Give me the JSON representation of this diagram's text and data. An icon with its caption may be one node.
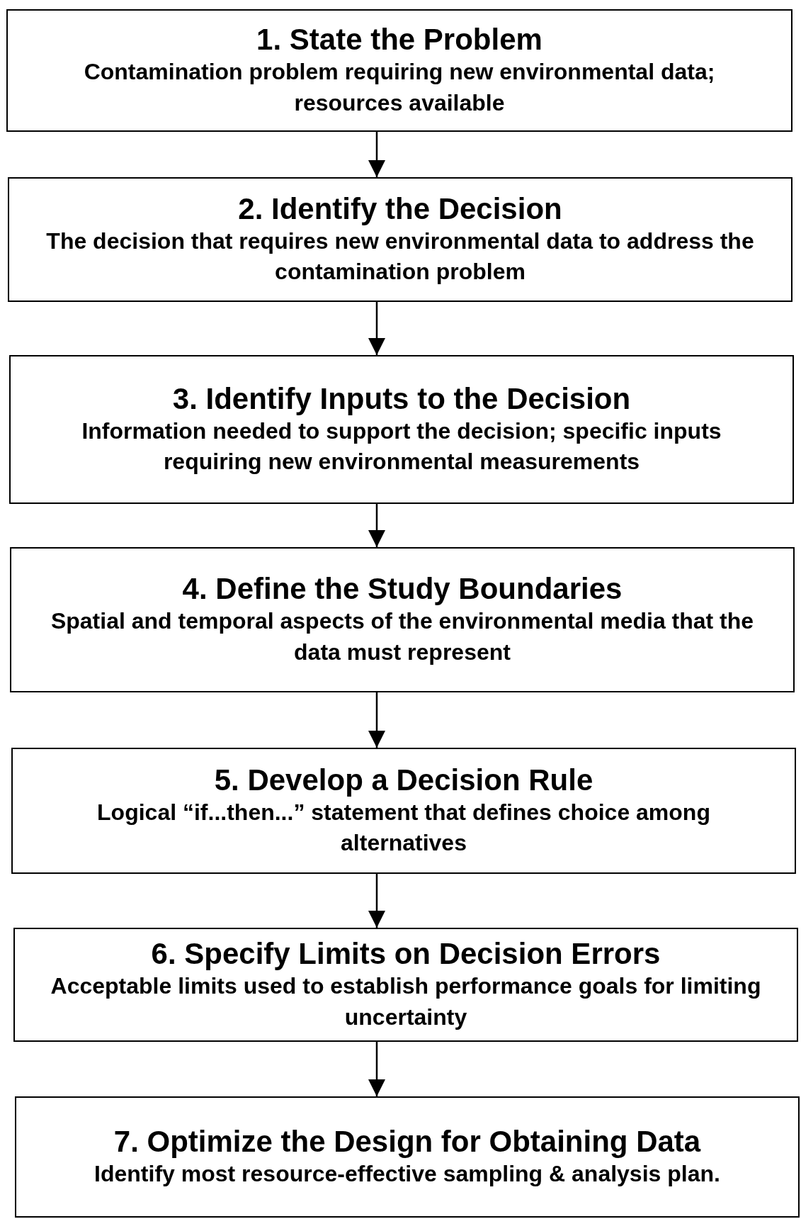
{
  "diagram": {
    "nodes": [
      {
        "text": [
          "1.  State the Problem",
          "Contamination problem requiring new environmental data;  resources available"
        ]
      },
      {
        "text": [
          "2.  Identify the Decision",
          "The decision that requires new environmental data to address the contamination problem"
        ]
      },
      {
        "text": [
          "3.  Identify Inputs to the Decision",
          "Information needed to support the decision; specific inputs requiring new environmental measurements"
        ]
      },
      {
        "text": [
          "4.  Define the Study Boundaries",
          "Spatial and temporal aspects of the environmental media that the data must represent"
        ]
      },
      {
        "text": [
          "5.  Develop a Decision Rule",
          "Logical “if...then...” statement that defines choice among alternatives"
        ]
      },
      {
        "text": [
          "6.  Specify Limits on Decision Errors",
          "Acceptable limits used to establish performance goals for limiting uncertainty"
        ]
      },
      {
        "text": [
          "7.  Optimize the Design for Obtaining Data",
          "Identify most resource-effective sampling & analysis plan."
        ]
      }
    ],
    "edges": [
      {
        "from": 0,
        "to": 1,
        "arrow": "to"
      },
      {
        "from": 1,
        "to": 2,
        "arrow": "to"
      },
      {
        "from": 2,
        "to": 3,
        "arrow": "to"
      },
      {
        "from": 3,
        "to": 4,
        "arrow": "to"
      },
      {
        "from": 4,
        "to": 5,
        "arrow": "to"
      },
      {
        "from": 5,
        "to": 6,
        "arrow": "to"
      }
    ]
  }
}
